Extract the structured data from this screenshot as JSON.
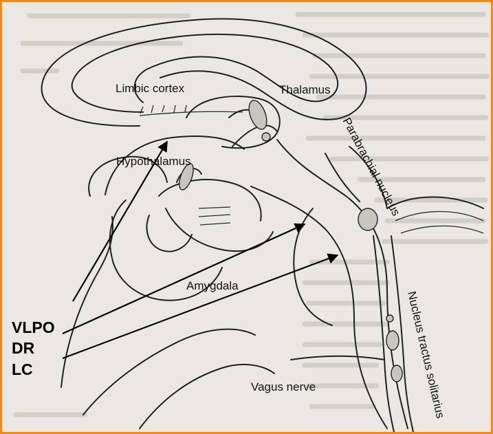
{
  "labels": {
    "limbic_cortex": "Limbic cortex",
    "thalamus": "Thalamus",
    "hypothalamus": "Hypothalamus",
    "parabrachial_nucleus": "Parabrachial nucleus",
    "amygdala": "Amygdala",
    "nucleus_tractus_solitarius": "Nucleus tractus solitarius",
    "vagus_nerve": "Vagus nerve"
  },
  "sources": {
    "vlpo": "VLPO",
    "dr": "DR",
    "lc": "LC"
  },
  "colors": {
    "frame_border": "#ef8a1d",
    "page_background": "#e9e6e1",
    "line": "#1e1e1e",
    "text": "#000000"
  }
}
